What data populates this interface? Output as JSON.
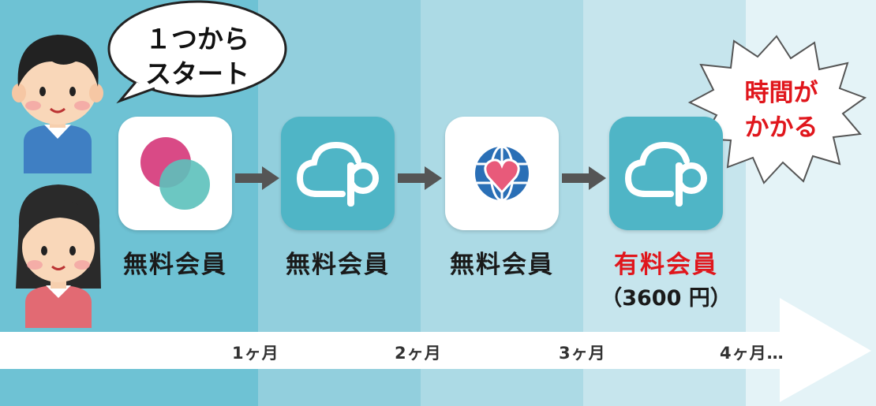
{
  "speech_bubble": {
    "line1": "１つから",
    "line2": "スタート"
  },
  "burst": {
    "line1": "時間が",
    "line2": "かかる"
  },
  "stages": [
    {
      "icon": "two-circles-app-icon",
      "label": "無料会員"
    },
    {
      "icon": "cloud-p-app-icon",
      "label": "無料会員"
    },
    {
      "icon": "globe-heart-app-icon",
      "label": "無料会員"
    },
    {
      "icon": "cloud-p-app-icon",
      "label": "有料会員",
      "price": "（3600 円）"
    }
  ],
  "months": [
    "1ヶ月",
    "2ヶ月",
    "3ヶ月",
    "4ヶ月…"
  ],
  "colors": {
    "band_1": "#6ec2d4",
    "band_2": "#92cfdd",
    "band_3": "#acdae5",
    "band_4": "#c6e5ed",
    "band_5": "#e4f3f7",
    "teal_app": "#4fb5c6",
    "highlight_red": "#e0161c"
  }
}
